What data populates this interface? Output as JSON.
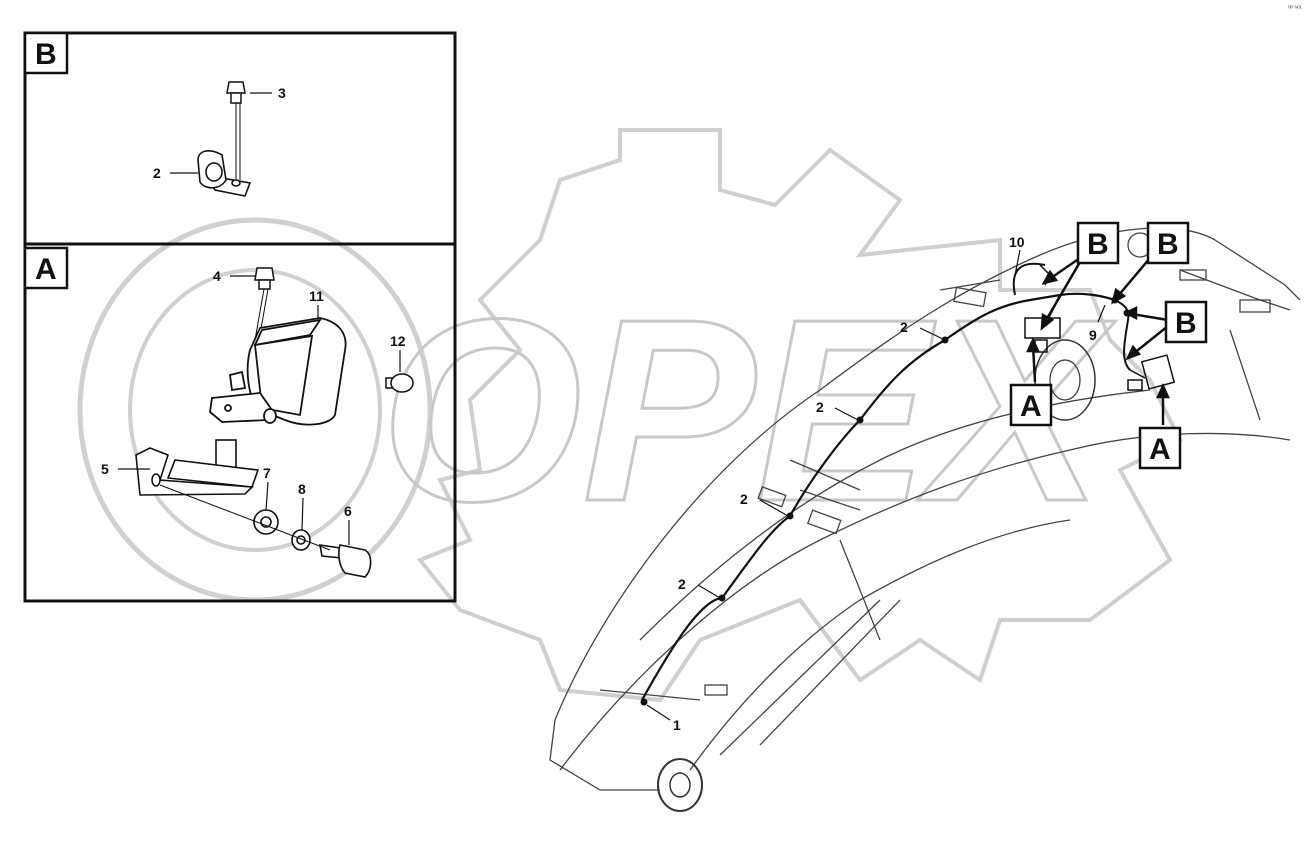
{
  "corner_mark": "ᴴᴾ ᴺᴼᴸ",
  "watermark": {
    "text": "OPEX"
  },
  "detail_boxes": [
    {
      "tag": "B",
      "callouts": [
        "3",
        "2"
      ]
    },
    {
      "tag": "A",
      "callouts": [
        "4",
        "11",
        "12",
        "5",
        "7",
        "8",
        "6"
      ]
    }
  ],
  "main_callouts": [
    "10",
    "2",
    "2",
    "2",
    "2",
    "9",
    "1"
  ],
  "main_tags": [
    "B",
    "B",
    "B",
    "A",
    "A"
  ]
}
